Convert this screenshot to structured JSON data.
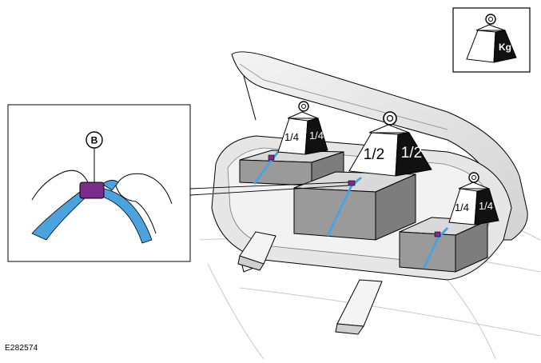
{
  "figure": {
    "reference_code": "E282574",
    "detail_callout_letter": "B",
    "weight_symbol_label": "Kg",
    "weights": [
      {
        "position": "front-left",
        "front_label": "1/4",
        "side_label": "1/4"
      },
      {
        "position": "center",
        "front_label": "1/2",
        "side_label": "1/2"
      },
      {
        "position": "rear-right",
        "front_label": "1/4",
        "side_label": "1/4"
      }
    ],
    "colors": {
      "strap": "#4aa3df",
      "buckle": "#7b2d8e",
      "box_top": "#d9d9d9",
      "box_front": "#9a9a9a",
      "weight_light": "#ffffff",
      "weight_dark": "#111111",
      "outline": "#000000"
    }
  }
}
